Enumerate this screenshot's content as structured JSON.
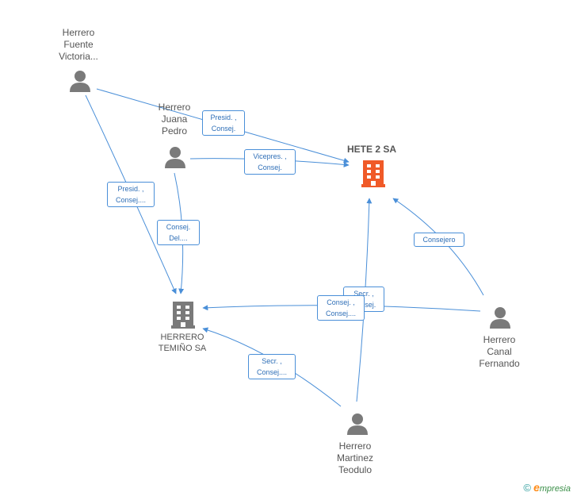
{
  "nodes": {
    "victoria": {
      "label_lines": [
        "Herrero",
        "Fuente",
        "Victoria..."
      ]
    },
    "juana": {
      "label_lines": [
        "Herrero",
        "Juana",
        "Pedro"
      ]
    },
    "hete": {
      "title": "HETE 2 SA"
    },
    "temino": {
      "label_lines": [
        "HERRERO",
        "TEMIÑO SA"
      ]
    },
    "canal": {
      "label_lines": [
        "Herrero",
        "Canal",
        "Fernando"
      ]
    },
    "martinez": {
      "label_lines": [
        "Herrero",
        "Martinez",
        "Teodulo"
      ]
    }
  },
  "edges": {
    "victoria_hete": {
      "lines": [
        "Presid. ,",
        "Consej."
      ]
    },
    "juana_hete": {
      "lines": [
        "Vicepres. ,",
        "Consej."
      ]
    },
    "victoria_temino": {
      "lines": [
        "Presid. ,",
        "Consej...."
      ]
    },
    "juana_temino": {
      "lines": [
        "Consej.",
        "Del...."
      ]
    },
    "canal_hete": {
      "lines": [
        "Consejero"
      ]
    },
    "martinez_hete": {
      "lines": [
        "Secr. ,",
        "Consej."
      ]
    },
    "canal_temino": {
      "lines": [
        "Consej. ,",
        "Consej...."
      ]
    },
    "martinez_temino": {
      "lines": [
        "Secr. ,",
        "Consej...."
      ]
    }
  },
  "colors": {
    "edge": "#4a8fd8",
    "person": "#7a7a7a",
    "company_main": "#f05a28",
    "company": "#7a7a7a"
  },
  "footer": {
    "copyright": "©",
    "brand_initial": "e",
    "brand_rest": "mpresia"
  }
}
